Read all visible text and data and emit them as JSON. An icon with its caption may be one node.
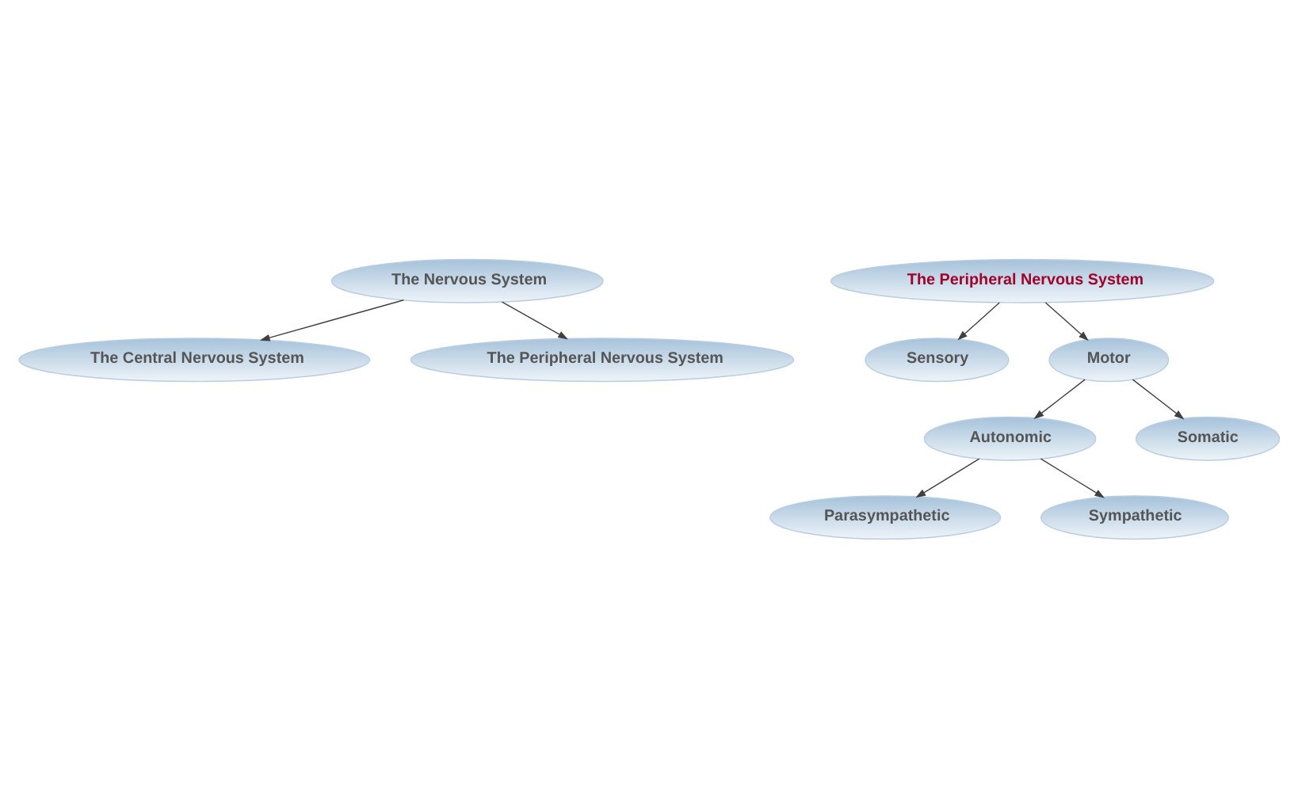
{
  "diagram": {
    "nodes": [
      {
        "text": [
          "The Nervous System"
        ]
      },
      {
        "text": [
          "The Central Nervous System"
        ]
      },
      {
        "text": [
          "The Peripheral Nervous System"
        ]
      },
      {
        "text": [
          "The Peripheral Nervous System"
        ]
      },
      {
        "text": [
          "Sensory"
        ]
      },
      {
        "text": [
          "Motor"
        ]
      },
      {
        "text": [
          "Autonomic"
        ]
      },
      {
        "text": [
          "Somatic"
        ]
      },
      {
        "text": [
          "Parasympathetic"
        ]
      },
      {
        "text": [
          "Sympathetic"
        ]
      }
    ],
    "edges": [
      {
        "from": 0,
        "to": 1,
        "arrow": "to"
      },
      {
        "from": 0,
        "to": 2,
        "arrow": "to"
      },
      {
        "from": 3,
        "to": 4,
        "arrow": "to"
      },
      {
        "from": 3,
        "to": 5,
        "arrow": "to"
      },
      {
        "from": 5,
        "to": 6,
        "arrow": "to"
      },
      {
        "from": 5,
        "to": 7,
        "arrow": "to"
      },
      {
        "from": 6,
        "to": 8,
        "arrow": "to"
      },
      {
        "from": 6,
        "to": 9,
        "arrow": "to"
      }
    ]
  }
}
